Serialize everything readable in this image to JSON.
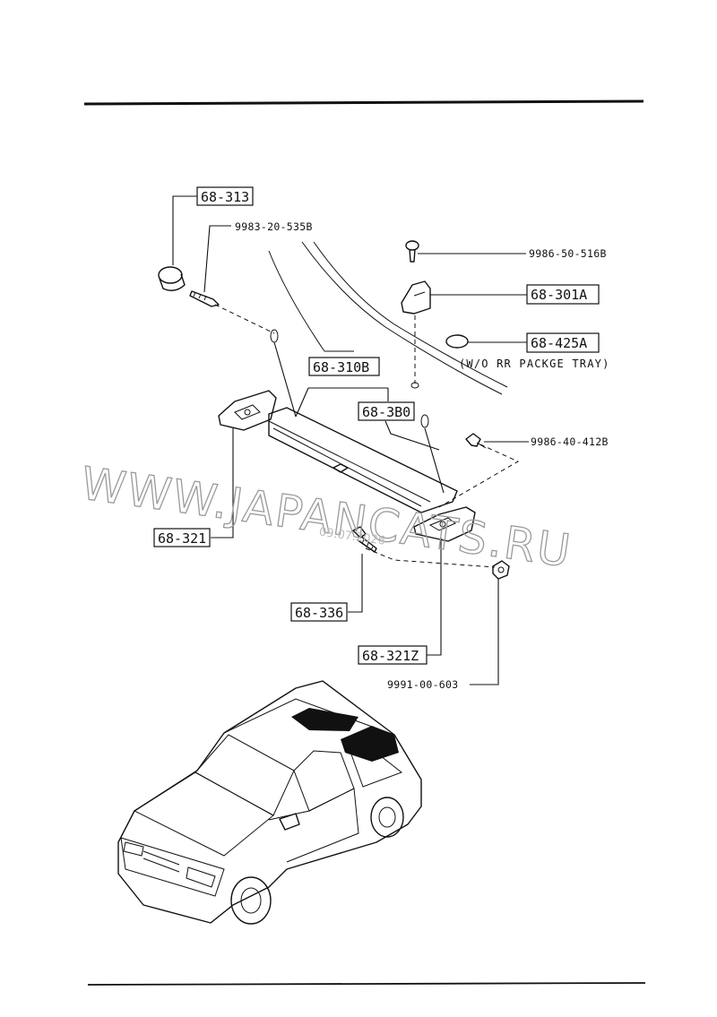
{
  "callouts": {
    "c_68_313": "68-313",
    "c_9983_20_535b": "9983-20-535B",
    "c_9986_50_516b": "9986-50-516B",
    "c_68_301a": "68-301A",
    "c_68_425a": "68-425A",
    "note_425a": "(W/O RR PACKGE TRAY)",
    "c_68_310b": "68-310B",
    "c_68_3b0": "68-3B0",
    "c_9986_40_412b": "9986-40-412B",
    "c_68_321": "68-321",
    "c_68_336": "68-336",
    "c_68_321z": "68-321Z",
    "c_9991_00_603": "9991-00-603"
  },
  "watermark": {
    "text": "WWW.JAPANCATS.RU",
    "stamp": "09.07.2026"
  }
}
